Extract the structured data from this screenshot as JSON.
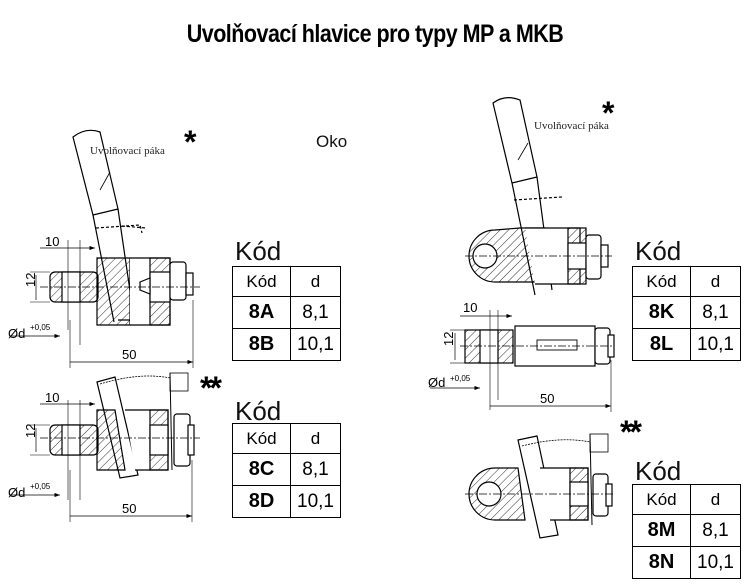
{
  "title": "Uvolňovací hlavice pro typy MP a MKB",
  "label_oko": "Oko",
  "lever_caption": "Uvolňovací páka",
  "marker_single": "*",
  "marker_double": "**",
  "dimensions": {
    "width_10": "10",
    "height_12": "12",
    "length_50": "50",
    "diameter_label": "Ød",
    "diameter_tolerance": "+0,05"
  },
  "tables": [
    {
      "heading": "Kód",
      "col_code": "Kód",
      "col_d": "d",
      "rows": [
        {
          "code": "8A",
          "d": "8,1"
        },
        {
          "code": "8B",
          "d": "10,1"
        }
      ]
    },
    {
      "heading": "Kód",
      "col_code": "Kód",
      "col_d": "d",
      "rows": [
        {
          "code": "8C",
          "d": "8,1"
        },
        {
          "code": "8D",
          "d": "10,1"
        }
      ]
    },
    {
      "heading": "Kód",
      "col_code": "Kód",
      "col_d": "d",
      "rows": [
        {
          "code": "8K",
          "d": "8,1"
        },
        {
          "code": "8L",
          "d": "10,1"
        }
      ]
    },
    {
      "heading": "Kód",
      "col_code": "Kód",
      "col_d": "d",
      "rows": [
        {
          "code": "8M",
          "d": "8,1"
        },
        {
          "code": "8N",
          "d": "10,1"
        }
      ]
    }
  ]
}
